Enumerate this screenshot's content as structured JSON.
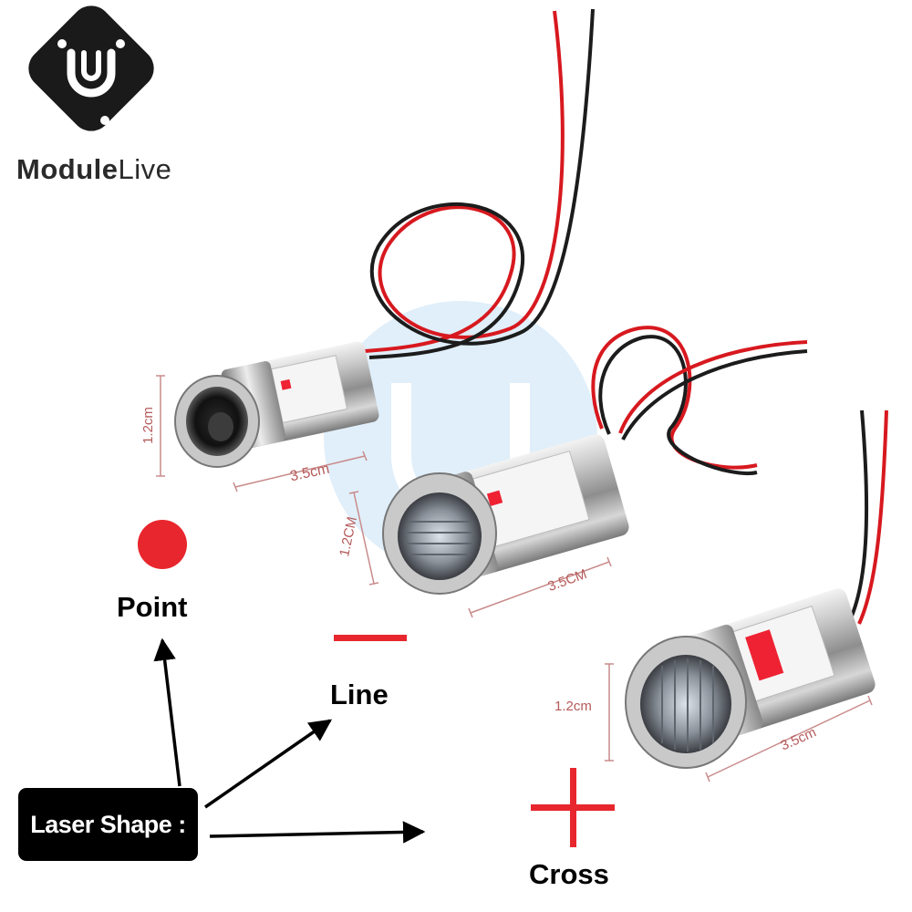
{
  "brand": {
    "name_bold": "Module",
    "name_light": "Live",
    "logo_icon": "modulelive-circuit-logo"
  },
  "products": [
    {
      "name": "point-laser-module",
      "height": "1.2cm",
      "length": "3.5cm"
    },
    {
      "name": "line-laser-module",
      "height": "1.2CM",
      "length": "3.5CM"
    },
    {
      "name": "cross-laser-module",
      "height": "1.2cm",
      "length": "3.5cm"
    }
  ],
  "legend": {
    "title": "Laser Shape :",
    "shapes": [
      {
        "label": "Point",
        "icon": "red-dot"
      },
      {
        "label": "Line",
        "icon": "red-dash"
      },
      {
        "label": "Cross",
        "icon": "red-cross"
      }
    ]
  },
  "colors": {
    "laser_red": "#e8262d",
    "wire_red": "#d7191f",
    "wire_black": "#1c1c1c",
    "dimension_line": "#c98b8b",
    "brand_dark": "#1a1a1a"
  }
}
